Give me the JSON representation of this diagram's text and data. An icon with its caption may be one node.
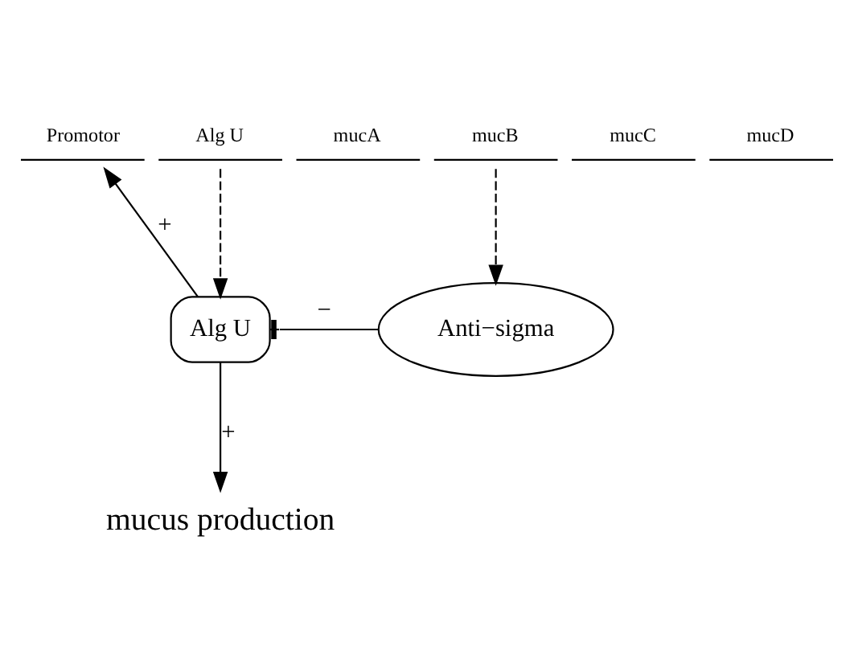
{
  "diagram": {
    "nodes": [
      {
        "text": [
          "Promotor"
        ]
      },
      {
        "text": [
          "Alg U"
        ]
      },
      {
        "text": [
          "mucA"
        ]
      },
      {
        "text": [
          "mucB"
        ]
      },
      {
        "text": [
          "mucC"
        ]
      },
      {
        "text": [
          "mucD"
        ]
      },
      {
        "text": [
          "Alg U"
        ]
      },
      {
        "text": [
          "Anti−sigma"
        ]
      },
      {
        "text": [
          "mucus production"
        ]
      }
    ],
    "edges": [
      {
        "from": 6,
        "to": 0,
        "arrow": "to",
        "label": "+"
      },
      {
        "from": 1,
        "to": 6,
        "arrow": "to",
        "style": "dashed"
      },
      {
        "from": 3,
        "to": 7,
        "arrow": "to",
        "style": "dashed"
      },
      {
        "from": 7,
        "to": 6,
        "arrow": "other",
        "label": "−"
      },
      {
        "from": 6,
        "to": 8,
        "arrow": "to",
        "label": "+"
      }
    ]
  }
}
